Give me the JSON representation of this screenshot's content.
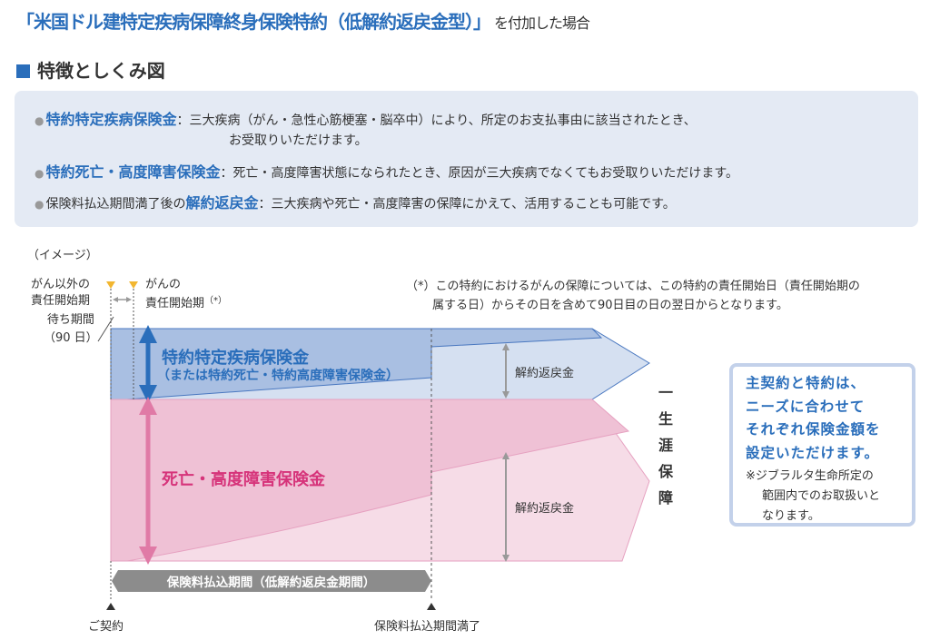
{
  "header": {
    "title_highlight": "「米国ドル建特定疾病保障終身保険特約（低解約返戻金型）」",
    "title_suffix": "を付加した場合",
    "section_title": "特徴としくみ図"
  },
  "features": [
    {
      "keyword": "特約特定疾病保険金",
      "text": "：三大疾病（がん・急性心筋梗塞・脳卒中）により、所定のお支払事由に該当されたとき、",
      "text2": "お受取りいただけます。"
    },
    {
      "keyword": "特約死亡・高度障害保険金",
      "text": "：死亡・高度障害状態になられたとき、原因が三大疾病でなくてもお受取りいただけます。"
    },
    {
      "prefix": "保険料払込期間満了後の",
      "keyword": "解約返戻金",
      "text": "：三大疾病や死亡・高度障害の保障にかえて、活用することも可能です。"
    }
  ],
  "diagram": {
    "image_label": "（イメージ）",
    "non_cancer_start": [
      "がん以外の",
      "責任開始期"
    ],
    "cancer_start": [
      "がんの",
      "責任開始期"
    ],
    "cancer_start_mark": "（*）",
    "waiting_period": [
      "待ち期間",
      "（90 日）"
    ],
    "footnote": [
      "（*）この特約におけるがんの保障については、この特約の責任開始日（責任開始期の",
      "属する日）からその日を含めて90日目の日の翌日からとなります。"
    ],
    "rider_benefit": "特約特定疾病保険金",
    "rider_benefit_sub": "（または特約死亡・特約高度障害保険金）",
    "main_benefit": "死亡・高度障害保険金",
    "surrender_value": "解約返戻金",
    "lifetime": "一生涯保障",
    "payment_period": "保険料払込期間（低解約返戻金期間）",
    "contract": "ご契約",
    "payment_end": "保険料払込期間満了",
    "colors": {
      "blue_dark": "#a9bfe2",
      "blue_light": "#d5e0f1",
      "pink_dark": "#efc1d5",
      "pink_light": "#f6dce7",
      "accent_blue": "#2a6ebb",
      "accent_pink": "#d6337a"
    }
  },
  "note_box": {
    "main": [
      "主契約と特約は、",
      "ニーズに合わせて",
      "それぞれ保険金額を",
      "設定いただけます。"
    ],
    "note": [
      "※ジブラルタ生命所定の",
      "範囲内でのお取扱いと",
      "なります。"
    ]
  }
}
